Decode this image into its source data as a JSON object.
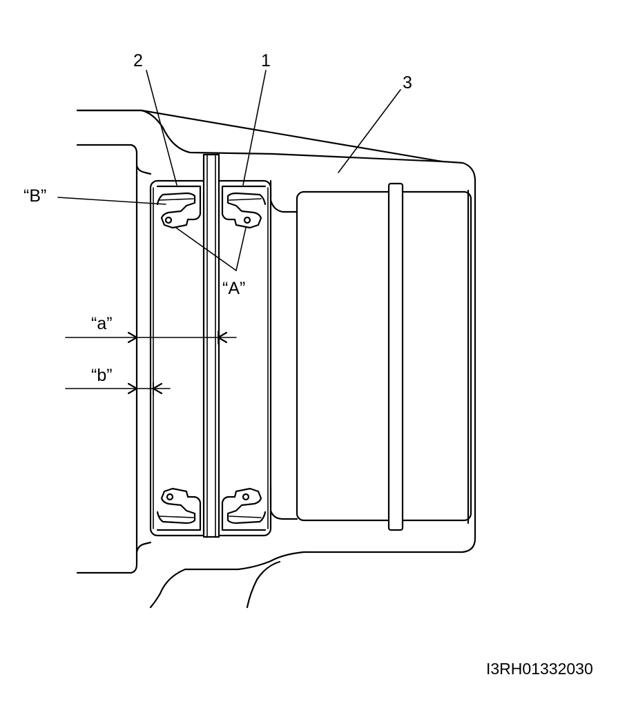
{
  "labels": {
    "part_1": "1",
    "part_2": "2",
    "part_3": "3",
    "label_A": "“A”",
    "label_B": "“B”",
    "dim_a": "“a”",
    "dim_b": "“b”"
  },
  "figure_code": "I3RH01332030"
}
